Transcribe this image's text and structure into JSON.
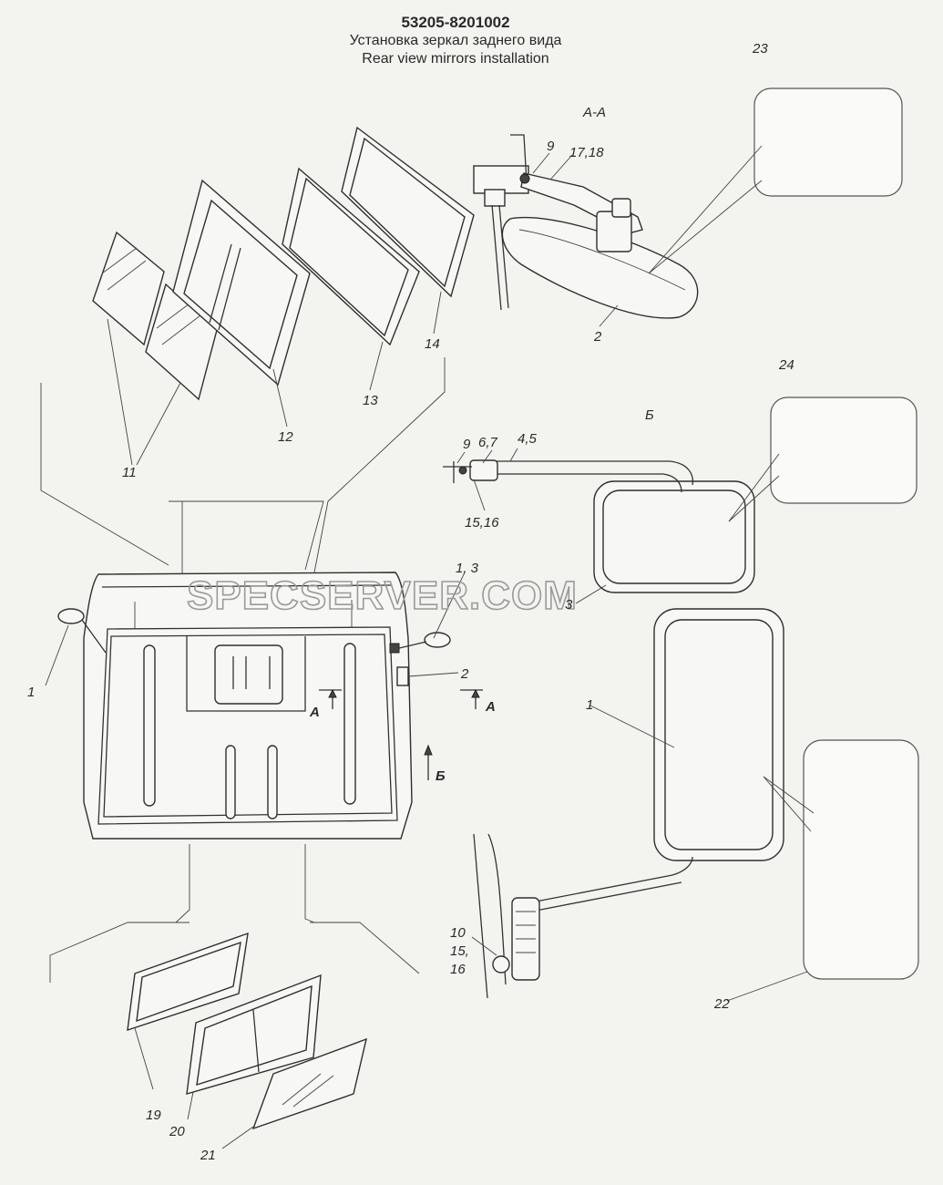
{
  "title": {
    "code": "53205-8201002",
    "ru": "Установка зеркал заднего вида",
    "en": "Rear view mirrors installation"
  },
  "sections": {
    "aa": "А-А",
    "b": "Б",
    "arrow_a": "А",
    "arrow_b": "Б"
  },
  "callouts": {
    "c1_left": "1",
    "c1_mirror": "1",
    "c2_view": "2",
    "c2_cab": "2",
    "c3": "3",
    "c9_aa": "9",
    "c9_b": "9",
    "c10": "10",
    "c11": "11",
    "c12": "12",
    "c13": "13",
    "c14": "14",
    "c13_1": "1, 3",
    "c17_18": "17,18",
    "c6_7": "6,7",
    "c4_5": "4,5",
    "c15_16_b": "15,16",
    "c15": "15,",
    "c16": "16",
    "c19": "19",
    "c20": "20",
    "c21": "21",
    "c22": "22",
    "c23": "23",
    "c24": "24"
  },
  "watermark": "SPECSERVER.COM",
  "colors": {
    "line": "#333333",
    "background": "#f3f3f0",
    "watermark": "#9a9a9a"
  }
}
